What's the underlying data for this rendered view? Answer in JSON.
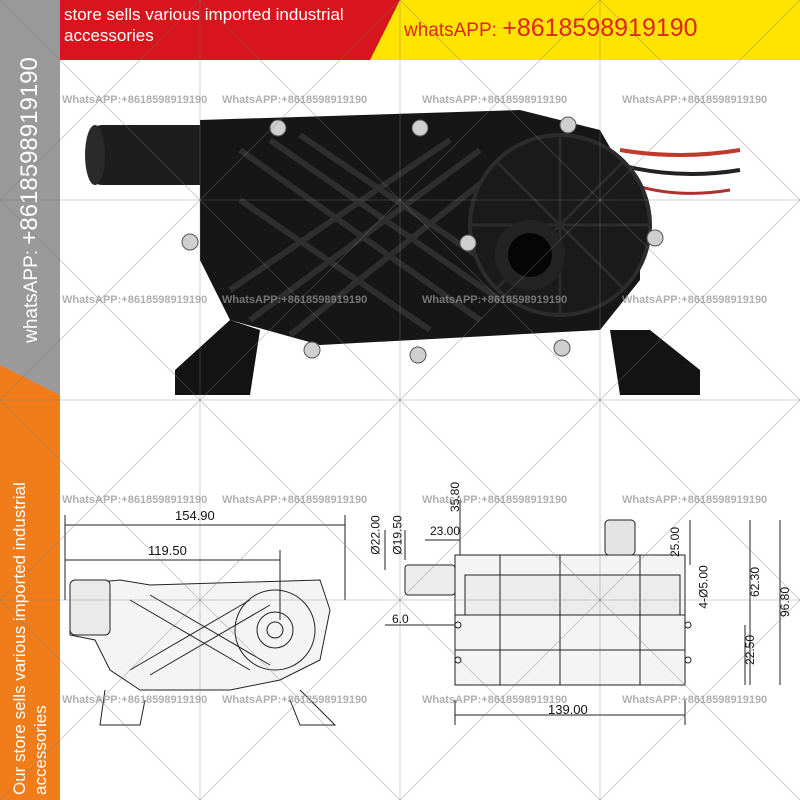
{
  "banner": {
    "store_text": "store sells various imported industrial accessories",
    "contact_label": "whatsAPP: ",
    "contact_number": "+8618598919190",
    "red_color": "#d8141c",
    "yellow_color": "#ffe400"
  },
  "sidebar": {
    "contact_label": "whatsAPP: ",
    "contact_number": "+8618598919190",
    "store_text": "Our store sells various imported industrial accessories",
    "gray_color": "#9a9a9a",
    "orange_color": "#f07d1a"
  },
  "watermark": {
    "text": "WhatsAPP:+8618598919190"
  },
  "dimensions": {
    "overall_length": "154.90",
    "inlet_length": "119.50",
    "outlet_outer_dia": "Ø22.00",
    "outlet_inner_dia": "Ø19.50",
    "top_height": "35.80",
    "inlet_offset": "23.00",
    "nozzle_depth": "6.0",
    "cap_height": "25.00",
    "body_height": "62.30",
    "total_height": "96.80",
    "mount_holes": "4-Ø5.00",
    "hole_spacing_v": "22.50",
    "base_length": "139.00"
  }
}
